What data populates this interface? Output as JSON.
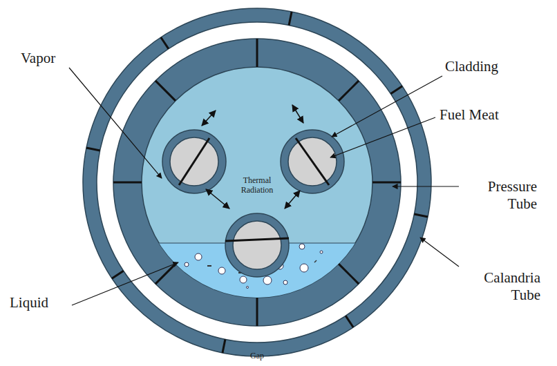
{
  "diagram": {
    "labels": [
      "Vapor",
      "Cladding",
      "Fuel Meat",
      "Pressure Tube",
      "Calandria Tube",
      "Liquid",
      "Thermal Radiation",
      "Gap"
    ]
  }
}
